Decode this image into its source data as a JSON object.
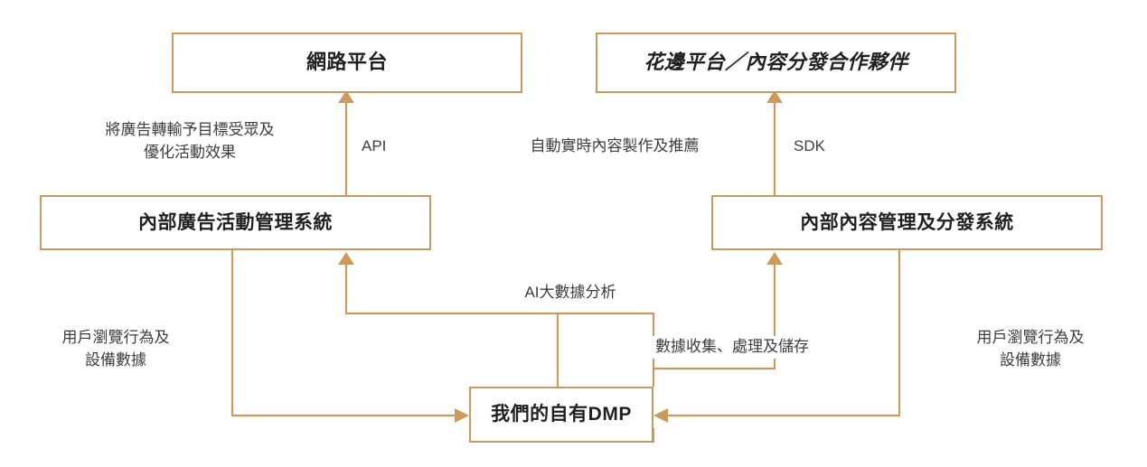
{
  "diagram": {
    "title_colors": {
      "line": "#c79a5f",
      "arrow_fill": "#cc9a5d",
      "box_border": "#c79a5f",
      "box_fill": "#ffffff",
      "node_text": "#231f20",
      "edge_text": "#3d3d3d",
      "background": "#ffffff"
    },
    "nodes": {
      "web_platform": "網路平台",
      "lace_platform": "花邊平台／內容分發合作夥伴",
      "internal_ad_system": "內部廣告活動管理系統",
      "internal_content_system": "內部內容管理及分發系統",
      "dmp": "我們的自有DMP"
    },
    "edge_labels": {
      "ad_delivery": "將廣告轉輸予目標受眾及\n優化活動效果",
      "api": "API",
      "auto_content": "自動實時內容製作及推薦",
      "sdk": "SDK",
      "ai_bigdata": "AI大數據分析",
      "data_collection": "數據收集、處理及儲存",
      "user_behaviour_left": "用戶瀏覽行為及\n設備數據",
      "user_behaviour_right": "用戶瀏覽行為及\n設備數據"
    }
  }
}
